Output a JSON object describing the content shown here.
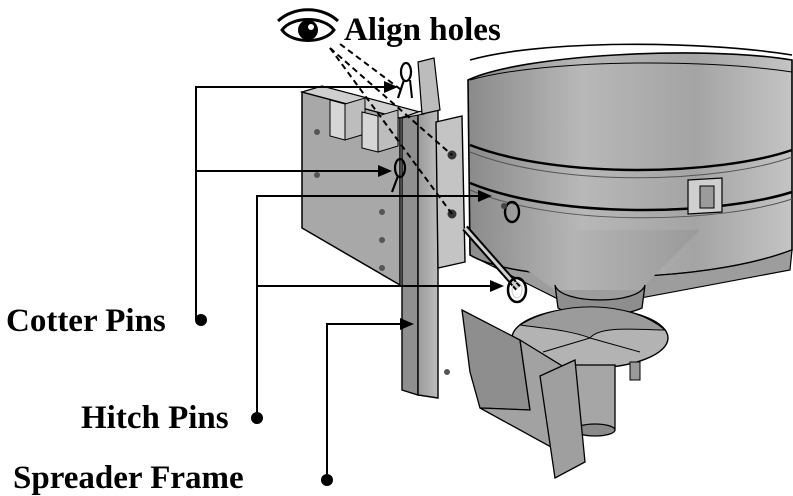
{
  "labels": {
    "align_holes": "Align holes",
    "cotter_pins": "Cotter Pins",
    "hitch_pins": "Hitch Pins",
    "spreader_frame": "Spreader Frame"
  },
  "icons": {
    "align_holes": "eye-icon"
  },
  "colors": {
    "line": "#000000",
    "metal_light": "#c9c9c9",
    "metal_mid": "#a9a9a9",
    "metal_dark": "#7b7b7b",
    "background": "#ffffff"
  }
}
